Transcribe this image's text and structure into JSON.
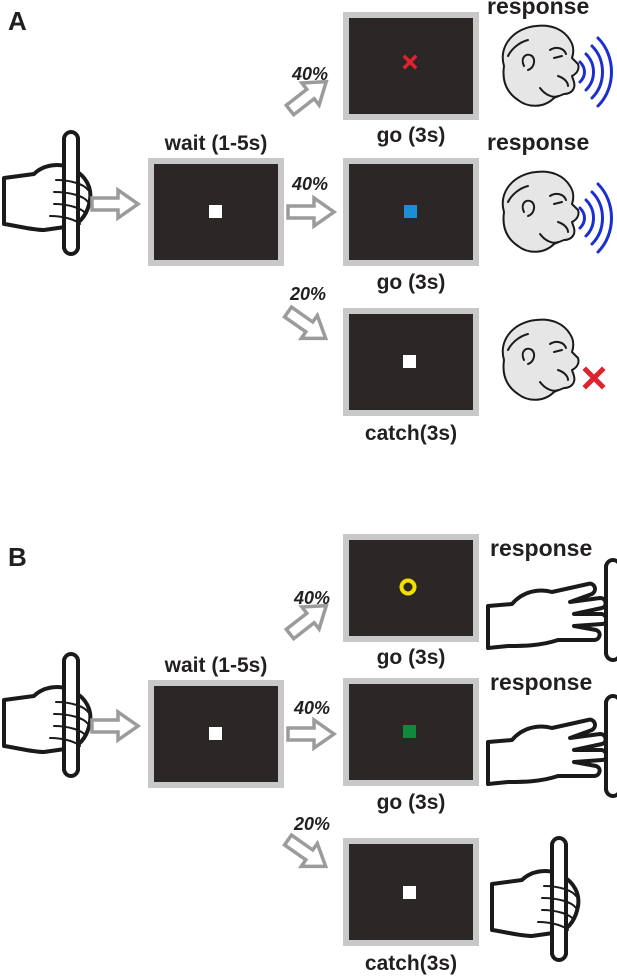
{
  "colors": {
    "frame": "#c8c8c8",
    "screen": "#2a2726",
    "arrow": "#9b9b9b",
    "white_square": "#ffffff",
    "red_cross": "#e0212e",
    "blue_square": "#1a8fd6",
    "yellow_ring": "#f2e000",
    "green_square": "#0f8a3c",
    "sound_waves": "#1b2fcf"
  },
  "panel_a": {
    "letter": "A",
    "wait_label": "wait (1-5s)",
    "branches": [
      {
        "prob": "40%",
        "stimulus": "red-cross",
        "screen_label": "go (3s)",
        "response_label": "response",
        "outcome_icon": "monkey-vocalizing-icon"
      },
      {
        "prob": "40%",
        "stimulus": "blue-square",
        "screen_label": "go (3s)",
        "response_label": "response",
        "outcome_icon": "monkey-vocalizing-icon"
      },
      {
        "prob": "20%",
        "stimulus": "white-square",
        "screen_label": "catch(3s)",
        "response_label": "",
        "outcome_icon": "monkey-silent-icon"
      }
    ]
  },
  "panel_b": {
    "letter": "B",
    "wait_label": "wait (1-5s)",
    "branches": [
      {
        "prob": "40%",
        "stimulus": "yellow-ring",
        "screen_label": "go (3s)",
        "response_label": "response",
        "outcome_icon": "hand-release-icon"
      },
      {
        "prob": "40%",
        "stimulus": "green-square",
        "screen_label": "go (3s)",
        "response_label": "response",
        "outcome_icon": "hand-release-icon"
      },
      {
        "prob": "20%",
        "stimulus": "white-square",
        "screen_label": "catch(3s)",
        "response_label": "",
        "outcome_icon": "hand-hold-icon"
      }
    ]
  }
}
